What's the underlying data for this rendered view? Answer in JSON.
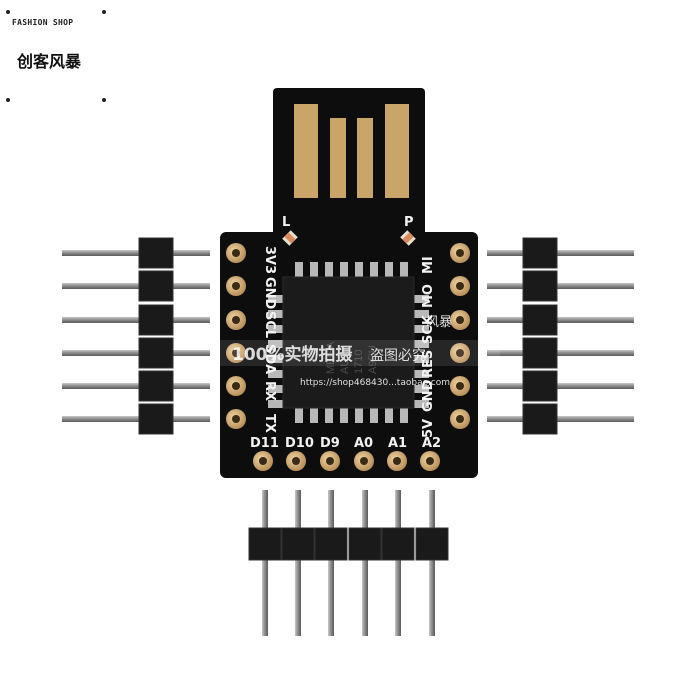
{
  "stamp": {
    "brand_small": "FASHION SHOP",
    "brand_main": "创客风暴"
  },
  "board": {
    "led_labels": [
      "L",
      "P"
    ],
    "left_pins": [
      "3V3",
      "GND",
      "SCL",
      "SDA",
      "RX",
      "TX"
    ],
    "right_pins": [
      "MI",
      "MO",
      "SCK",
      "RES",
      "GND",
      "5V"
    ],
    "bottom_pins": [
      "D11",
      "D10",
      "D9",
      "A0",
      "A1",
      "A2"
    ],
    "chip_text": [
      "MEGA",
      "AU",
      "1710",
      "A9EU"
    ]
  },
  "watermark": {
    "line1_left": "100%实物拍摄",
    "line1_right": "盗图必究",
    "line0": "风暴",
    "url": "https://shop468430...taobao.com"
  },
  "colors": {
    "pcb": "#0d0d0d",
    "gold": "#c9a56a",
    "pad": "#d8b27a",
    "header": "#1a1a1a",
    "pin": "#8a8a8a"
  }
}
